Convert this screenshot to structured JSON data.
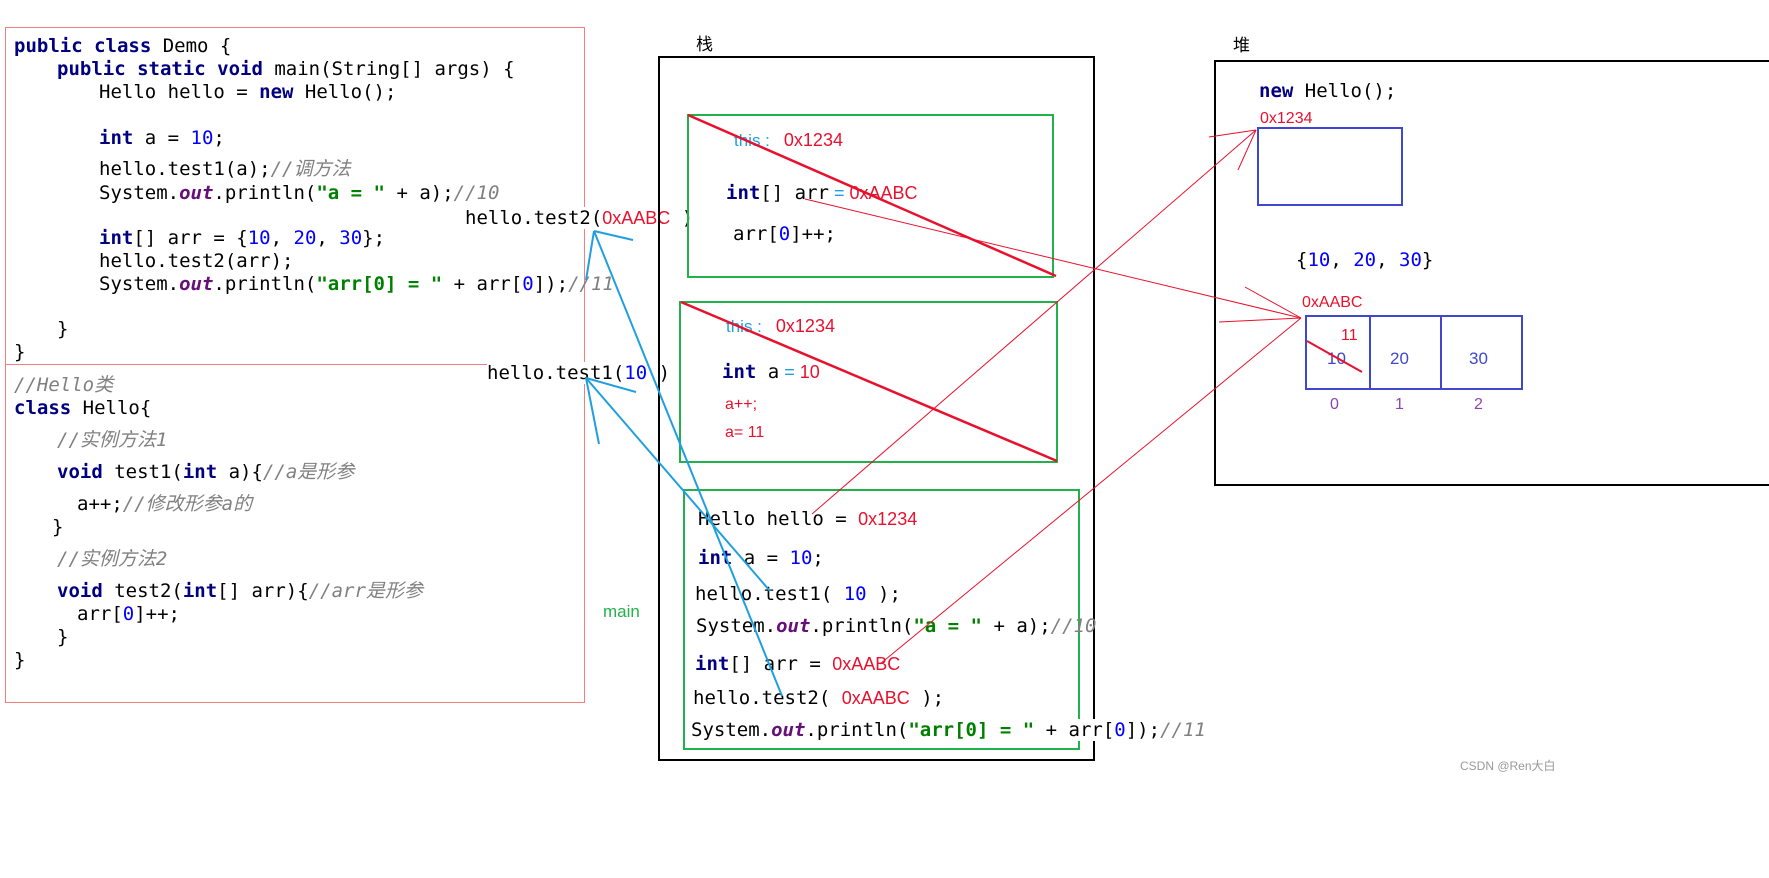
{
  "labels": {
    "stack": "栈",
    "heap": "堆",
    "main_frame": "main",
    "watermark": "CSDN @Ren大白"
  },
  "code": {
    "demo": {
      "l1_kw": "public class",
      "l1_rest": " Demo {",
      "l2_kw": "public static void",
      "l2_rest": " main(String[] args) {",
      "l3_a": "Hello hello = ",
      "l3_kw": "new",
      "l3_b": " Hello();",
      "l4_kw": "int",
      "l4_a": " a = ",
      "l4_num": "10",
      "l4_b": ";",
      "l5_a": "hello.test1(a);",
      "l5_cmt": "//调方法",
      "l6_a": "System.",
      "l6_fld": "out",
      "l6_b": ".println(",
      "l6_str": "\"a = \"",
      "l6_c": " + a);",
      "l6_cmt": "//10",
      "l7_kw": "int",
      "l7_a": "[] arr = {",
      "l7_n1": "10",
      "l7_s1": ", ",
      "l7_n2": "20",
      "l7_s2": ", ",
      "l7_n3": "30",
      "l7_b": "};",
      "l8": "hello.test2(arr);",
      "l9_a": "System.",
      "l9_fld": "out",
      "l9_b": ".println(",
      "l9_str": "\"arr[0] = \"",
      "l9_c": " + arr[",
      "l9_num": "0",
      "l9_d": "]);",
      "l9_cmt": "//11",
      "l10": "}",
      "l11": "}"
    },
    "hello": {
      "l1_cmt": "//Hello类",
      "l2_kw": "class",
      "l2_rest": " Hello{",
      "l3_cmt": "//实例方法1",
      "l4_kw": "void",
      "l4_a": " test1(",
      "l4_kw2": "int",
      "l4_b": " a){",
      "l4_cmt": "//a是形参",
      "l5_a": "a++;",
      "l5_cmt": "//修改形参a的",
      "l6": "}",
      "l7_cmt": "//实例方法2",
      "l8_kw": "void",
      "l8_a": " test2(",
      "l8_kw2": "int",
      "l8_b": "[] arr){",
      "l8_cmt": "//arr是形参",
      "l9_a": "arr[",
      "l9_num": "0",
      "l9_b": "]++;",
      "l10": "}",
      "l11": "}"
    }
  },
  "call_labels": {
    "test2_a": "hello.test2(",
    "test2_val": "0xAABC",
    "test2_b": " )",
    "test1_a": "hello.test1(",
    "test1_val": "10",
    "test1_b": " )"
  },
  "frames": {
    "test2": {
      "this_label": "this :",
      "this_val": "0x1234",
      "arr_kw": "int",
      "arr_a": "[] arr",
      "arr_eq": " = ",
      "arr_val": "0xAABC",
      "inc_a": "arr[",
      "inc_num": "0",
      "inc_b": "]++;"
    },
    "test1": {
      "this_label": "this :",
      "this_val": "0x1234",
      "a_kw": "int",
      "a_a": " a",
      "a_eq": " = ",
      "a_val": "10",
      "inc": "a++;",
      "result": "a= 11"
    },
    "main": {
      "l1_a": "Hello hello = ",
      "l1_val": "0x1234",
      "l2_kw": "int",
      "l2_a": " a = ",
      "l2_num": "10",
      "l2_b": ";",
      "l3_a": "hello.test1( ",
      "l3_num": "10",
      "l3_b": " );",
      "l4_a": "System.",
      "l4_fld": "out",
      "l4_b": ".println(",
      "l4_str": "\"a = \"",
      "l4_c": " + a);",
      "l4_cmt": "//10",
      "l5_kw": "int",
      "l5_a": "[] arr = ",
      "l5_val": "0xAABC",
      "l6_a": "hello.test2( ",
      "l6_val": "0xAABC",
      "l6_b": " );",
      "l7_a": "System.",
      "l7_fld": "out",
      "l7_b": ".println(",
      "l7_str": "\"arr[0] = \"",
      "l7_c": " + arr[",
      "l7_num": "0",
      "l7_d": "]);",
      "l7_cmt": "//11"
    }
  },
  "heap": {
    "new_kw": "new",
    "new_rest": " Hello();",
    "obj_addr": "0x1234",
    "arr_lit_a": "{",
    "arr_n1": "10",
    "arr_s1": ", ",
    "arr_n2": "20",
    "arr_s2": ", ",
    "arr_n3": "30",
    "arr_lit_b": "}",
    "arr_addr": "0xAABC",
    "cells": [
      "10",
      "20",
      "30"
    ],
    "indices": [
      "0",
      "1",
      "2"
    ],
    "updated": "11"
  },
  "colors": {
    "code_border": "#f08080",
    "frame_green": "#22b14c",
    "box_black": "#000000",
    "heap_blue": "#3f48cc",
    "arrow_blue": "#1f9fe0",
    "cross_red": "#e8112d",
    "index_purple": "#8e44ad"
  }
}
